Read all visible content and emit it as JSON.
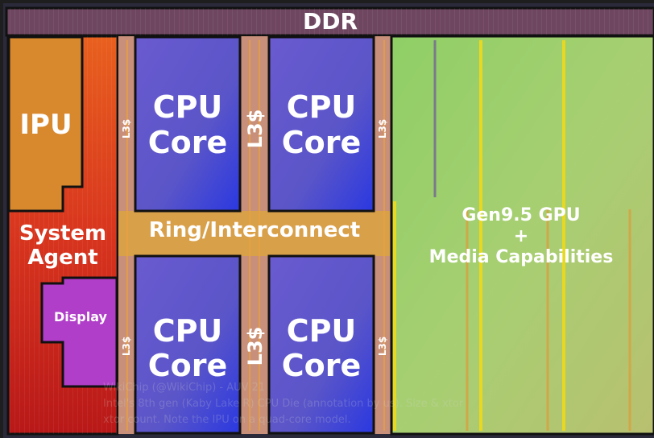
{
  "diagram": {
    "memory": {
      "label": "DDR"
    },
    "ipu": {
      "label": "IPU"
    },
    "system_agent": {
      "label_line1": "System",
      "label_line2": "Agent"
    },
    "display": {
      "label": "Display"
    },
    "cores": [
      {
        "line1": "CPU",
        "line2": "Core"
      },
      {
        "line1": "CPU",
        "line2": "Core"
      },
      {
        "line1": "CPU",
        "line2": "Core"
      },
      {
        "line1": "CPU",
        "line2": "Core"
      }
    ],
    "l3_label": "L3$",
    "ring": {
      "label": "Ring/Interconnect"
    },
    "gpu": {
      "line1": "Gen9.5 GPU",
      "line2": "+",
      "line3": "Media Capabilities"
    }
  },
  "watermark": {
    "line1": "WikiChip (@WikiChip) - AUV 21",
    "line2": "Intel's 8th gen (Kaby Lake R) CPU Die (annotation by us). Size & xtor",
    "line3": "xtor count. Note the IPU on a quad-core model."
  },
  "colors": {
    "ddr": "#6e4660",
    "ipu": "#d8892e",
    "system_agent": "#d8351e",
    "display": "#b03ec8",
    "core": "#5a50c8",
    "l3": "#c8907a",
    "ring": "#d9a04a",
    "gpu": "#9ccc6a"
  }
}
